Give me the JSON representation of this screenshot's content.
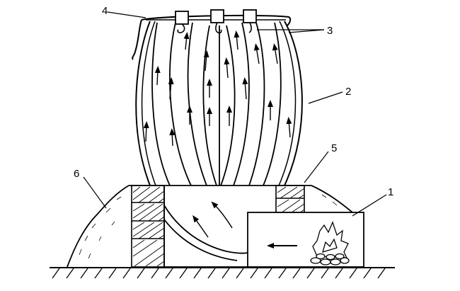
{
  "labels": {
    "fire": "1",
    "bag": "2",
    "hooks": "3",
    "rope": "4",
    "rim": "5",
    "mound": "6"
  },
  "colors": {
    "ink": "#000000",
    "paper": "#ffffff"
  },
  "icons": [
    "fire-icon",
    "flow-arrow-icon",
    "hatched-brick-icon",
    "hook-icon"
  ]
}
